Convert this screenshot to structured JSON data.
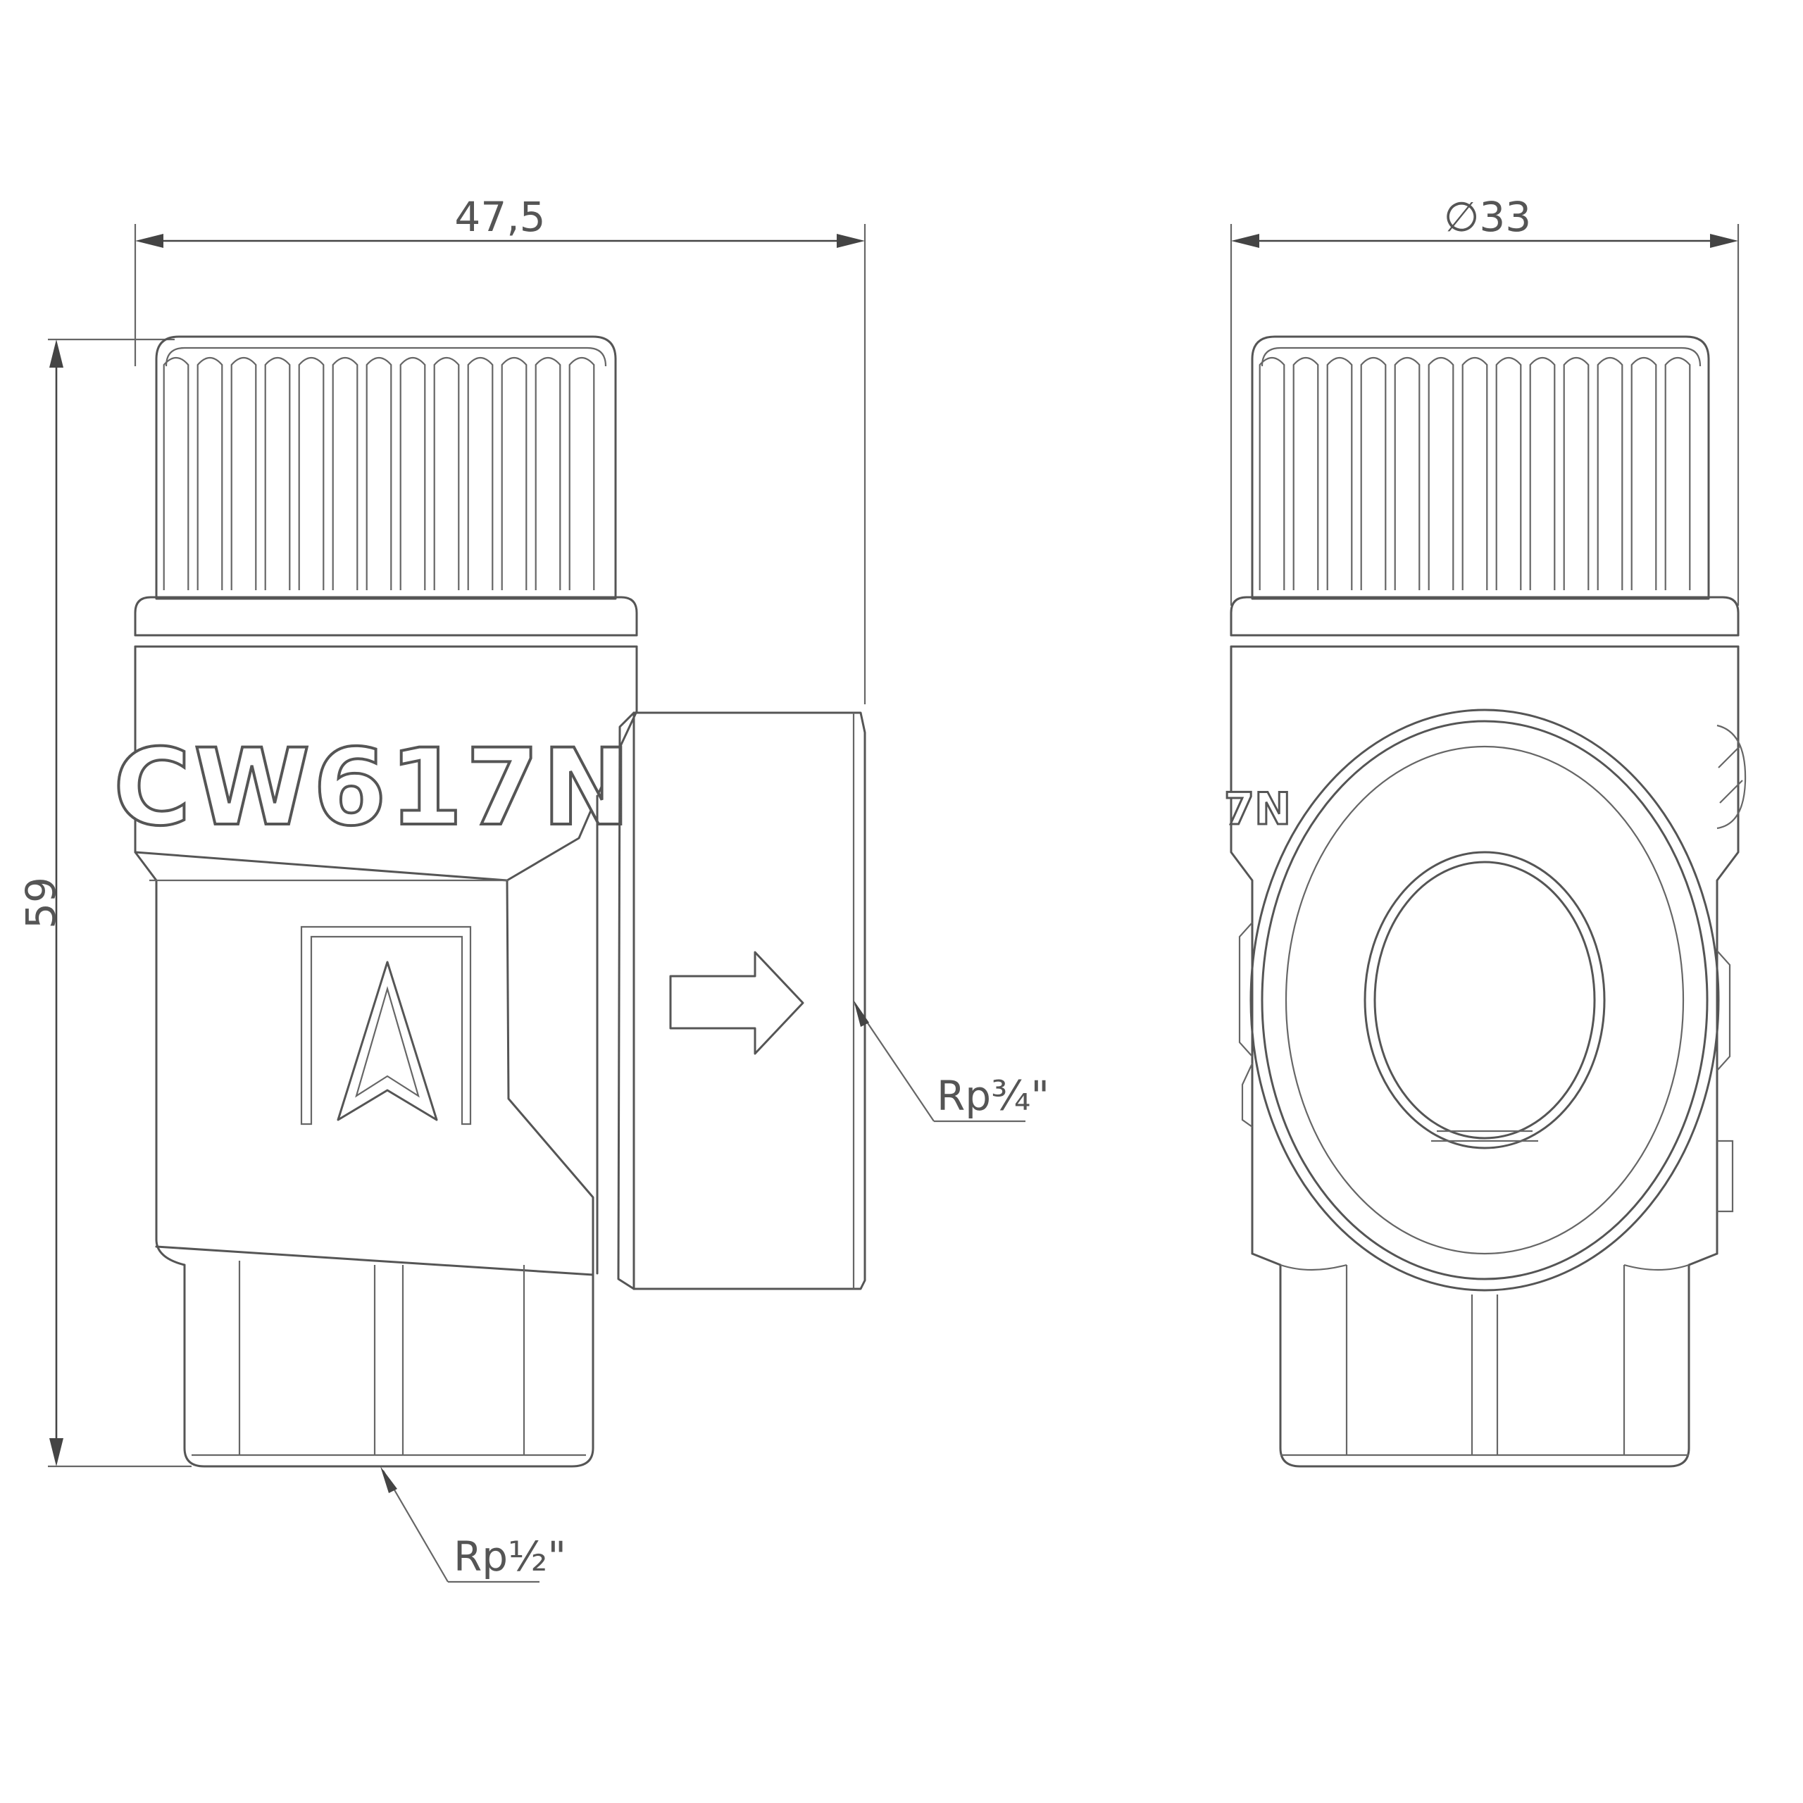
{
  "dimensions": {
    "width_front": "47,5",
    "diameter_side": "∅33",
    "height": "59",
    "outlet_thread": "Rp¾\"",
    "inlet_thread": "Rp½\""
  },
  "markings": {
    "material": "CW617N",
    "material_partial": "7N"
  },
  "icons": {
    "flow_direction": "arrow-right",
    "logo": "triangle-arrow-logo"
  }
}
